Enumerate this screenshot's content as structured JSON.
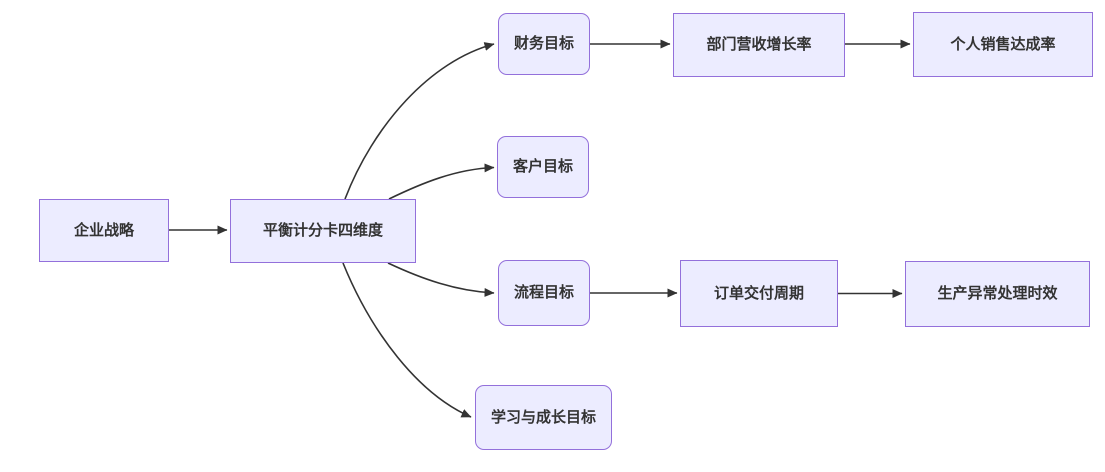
{
  "diagram": {
    "type": "flowchart",
    "direction": "left-to-right",
    "colors": {
      "background": "#FFFFFF",
      "node_fill": "#ECECFF",
      "node_border": "#9370DB",
      "edge": "#333333",
      "text": "#333333"
    },
    "nodes": [
      {
        "id": "enterprise_strategy",
        "label": "企业战略",
        "shape": "rect"
      },
      {
        "id": "bsc_four_dimensions",
        "label": "平衡计分卡四维度",
        "shape": "rect"
      },
      {
        "id": "financial_goal",
        "label": "财务目标",
        "shape": "rounded"
      },
      {
        "id": "dept_revenue_growth_rate",
        "label": "部门营收增长率",
        "shape": "rect"
      },
      {
        "id": "personal_sales_achievement",
        "label": "个人销售达成率",
        "shape": "rect"
      },
      {
        "id": "customer_goal",
        "label": "客户目标",
        "shape": "rounded"
      },
      {
        "id": "process_goal",
        "label": "流程目标",
        "shape": "rounded"
      },
      {
        "id": "order_delivery_cycle",
        "label": "订单交付周期",
        "shape": "rect"
      },
      {
        "id": "production_exception_time",
        "label": "生产异常处理时效",
        "shape": "rect"
      },
      {
        "id": "learning_growth_goal",
        "label": "学习与成长目标",
        "shape": "rounded"
      }
    ],
    "edges": [
      {
        "from": "enterprise_strategy",
        "to": "bsc_four_dimensions"
      },
      {
        "from": "bsc_four_dimensions",
        "to": "financial_goal"
      },
      {
        "from": "bsc_four_dimensions",
        "to": "customer_goal"
      },
      {
        "from": "bsc_four_dimensions",
        "to": "process_goal"
      },
      {
        "from": "bsc_four_dimensions",
        "to": "learning_growth_goal"
      },
      {
        "from": "financial_goal",
        "to": "dept_revenue_growth_rate"
      },
      {
        "from": "dept_revenue_growth_rate",
        "to": "personal_sales_achievement"
      },
      {
        "from": "process_goal",
        "to": "order_delivery_cycle"
      },
      {
        "from": "order_delivery_cycle",
        "to": "production_exception_time"
      }
    ]
  }
}
